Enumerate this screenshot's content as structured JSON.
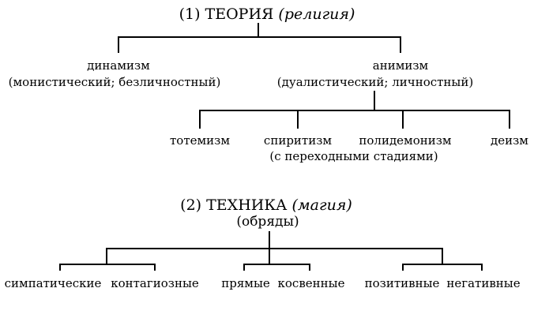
{
  "theory": {
    "title": "(1) ТЕОРИЯ",
    "title_note": "(религия)",
    "branches": [
      {
        "name": "динамизм",
        "qualifier": "(монистический; безличностный)"
      },
      {
        "name": "анимизм",
        "qualifier": "(дуалистический; личностный)"
      }
    ],
    "animism_forms": [
      "тотемизм",
      "спиритизм",
      "полидемонизм",
      "деизм"
    ],
    "spiritism_note": "(с переходными стадиями)"
  },
  "technique": {
    "title": "(2) ТЕХНИКА",
    "title_note": "(магия)",
    "subtitle": "(обряды)",
    "pairs": [
      [
        "симпатические",
        "контагиозные"
      ],
      [
        "прямые",
        "косвенные"
      ],
      [
        "позитивные",
        "негативные"
      ]
    ]
  },
  "colors": {
    "ink": "#000000",
    "background": "#ffffff"
  }
}
